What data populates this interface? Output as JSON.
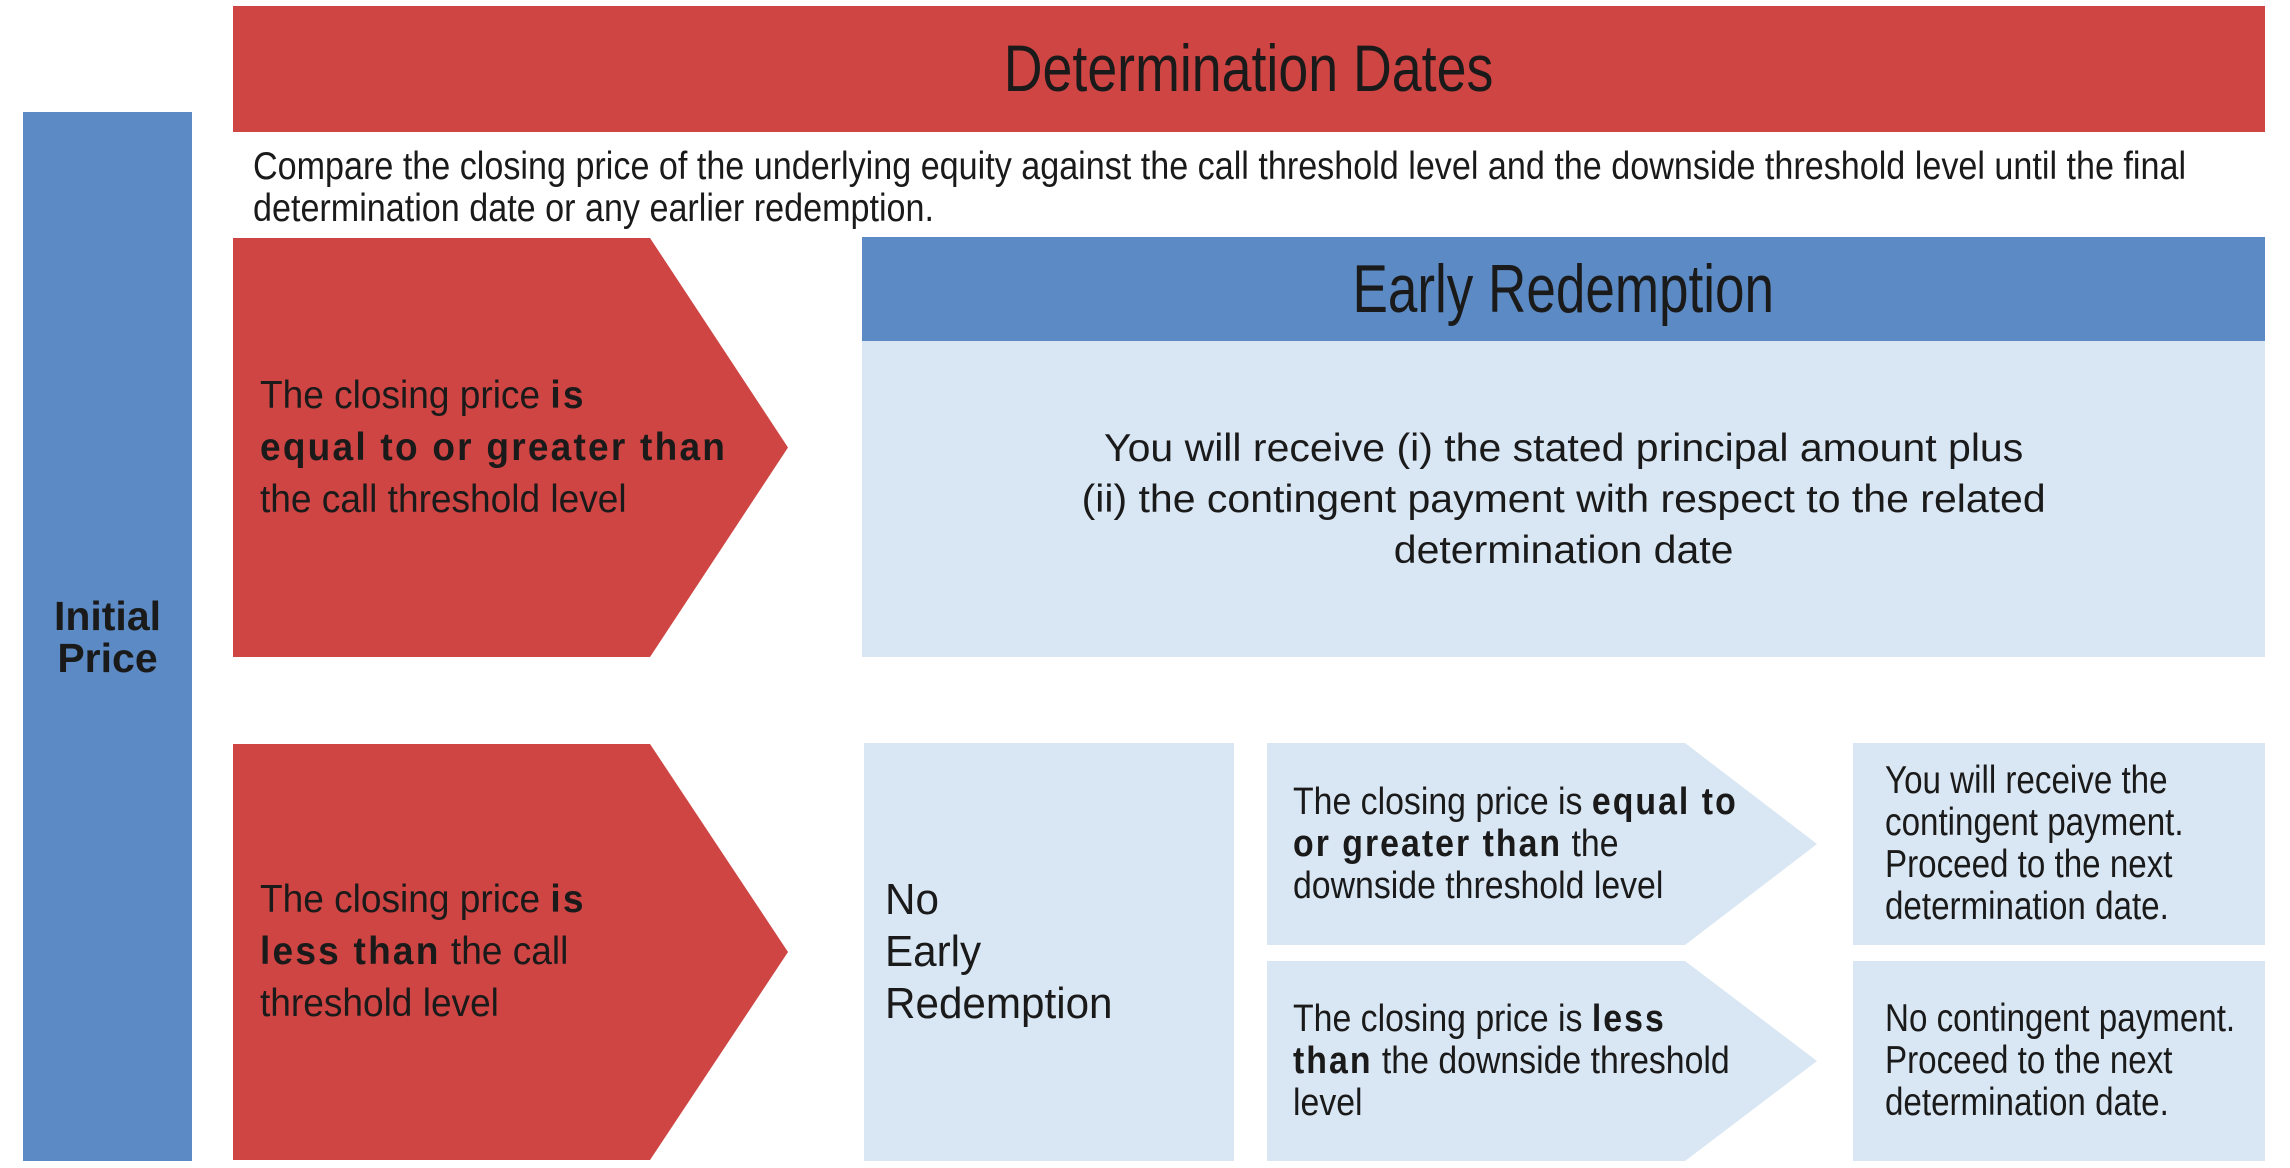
{
  "colors": {
    "red": "#ce4543",
    "blue": "#5c8ac4",
    "light_blue": "#d9e6f3",
    "text": "#1a1a1a"
  },
  "title_banner": {
    "label": "Determination Dates"
  },
  "intro": {
    "lines": [
      "Compare the closing price of the underlying equity against the call threshold level and the downside threshold level until the final",
      "determination date or any earlier redemption."
    ]
  },
  "initial_price_bar": {
    "lines": [
      "Initial",
      "Price"
    ]
  },
  "call_ge_arrow": {
    "lines": [
      [
        {
          "t": "The closing price ",
          "b": false
        },
        {
          "t": "is",
          "b": true
        }
      ],
      [
        {
          "t": "equal to or greater than",
          "b": true
        }
      ],
      [
        {
          "t": "the call threshold level",
          "b": false
        }
      ]
    ]
  },
  "early_redemption": {
    "header": "Early Redemption",
    "payout_lines": [
      "You will receive (i) the stated principal amount plus",
      "(ii) the contingent payment with respect to the related",
      "determination date"
    ]
  },
  "call_lt_arrow": {
    "lines": [
      [
        {
          "t": "The closing price ",
          "b": false
        },
        {
          "t": "is",
          "b": true
        }
      ],
      [
        {
          "t": "less than",
          "b": true
        },
        {
          "t": " the call",
          "b": false
        }
      ],
      [
        {
          "t": "threshold level",
          "b": false
        }
      ]
    ]
  },
  "no_early_redemption_box": {
    "lines": [
      "No",
      "Early",
      "Redemption"
    ]
  },
  "downside_ge_arrow": {
    "lines": [
      [
        {
          "t": "The closing price is ",
          "b": false
        },
        {
          "t": "equal to",
          "b": true
        }
      ],
      [
        {
          "t": "or greater than",
          "b": true
        },
        {
          "t": " the",
          "b": false
        }
      ],
      [
        {
          "t": "downside threshold level",
          "b": false
        }
      ]
    ]
  },
  "downside_ge_result": {
    "lines": [
      "You will receive the",
      "contingent payment.",
      "Proceed to the next",
      "determination date."
    ]
  },
  "downside_lt_arrow": {
    "lines": [
      [
        {
          "t": "The closing price is ",
          "b": false
        },
        {
          "t": "less",
          "b": true
        }
      ],
      [
        {
          "t": "than",
          "b": true
        },
        {
          "t": " the downside threshold",
          "b": false
        }
      ],
      [
        {
          "t": "level",
          "b": false
        }
      ]
    ]
  },
  "downside_lt_result": {
    "lines": [
      "No contingent payment.",
      "Proceed to the next",
      "determination date."
    ]
  }
}
